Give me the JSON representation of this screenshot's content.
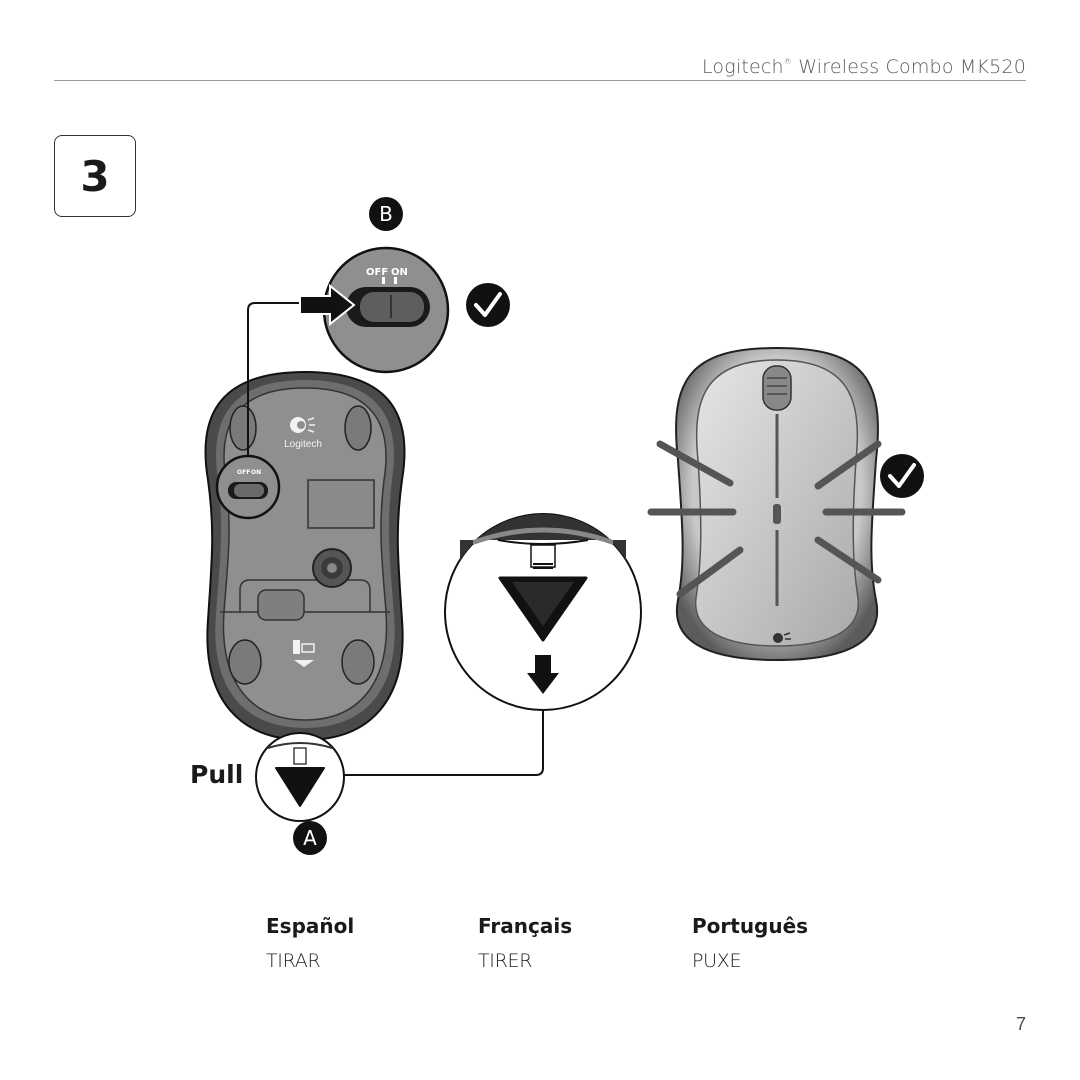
{
  "header": {
    "brand": "Logitech",
    "registered": "®",
    "product": "Wireless Combo MK520"
  },
  "step": {
    "number": "3"
  },
  "callouts": {
    "a": "A",
    "b": "B"
  },
  "switch": {
    "off": "OFF",
    "on": "ON"
  },
  "mouse_logo": "Logitech",
  "pull_label": "Pull",
  "languages": [
    {
      "name": "Español",
      "word": "TIRAR"
    },
    {
      "name": "Français",
      "word": "TIRER"
    },
    {
      "name": "Português",
      "word": "PUXE"
    }
  ],
  "page_number": "7",
  "icons": [
    "check-icon",
    "arrow-right-icon",
    "arrow-down-icon",
    "battery-icon",
    "logitech-logo-icon"
  ]
}
